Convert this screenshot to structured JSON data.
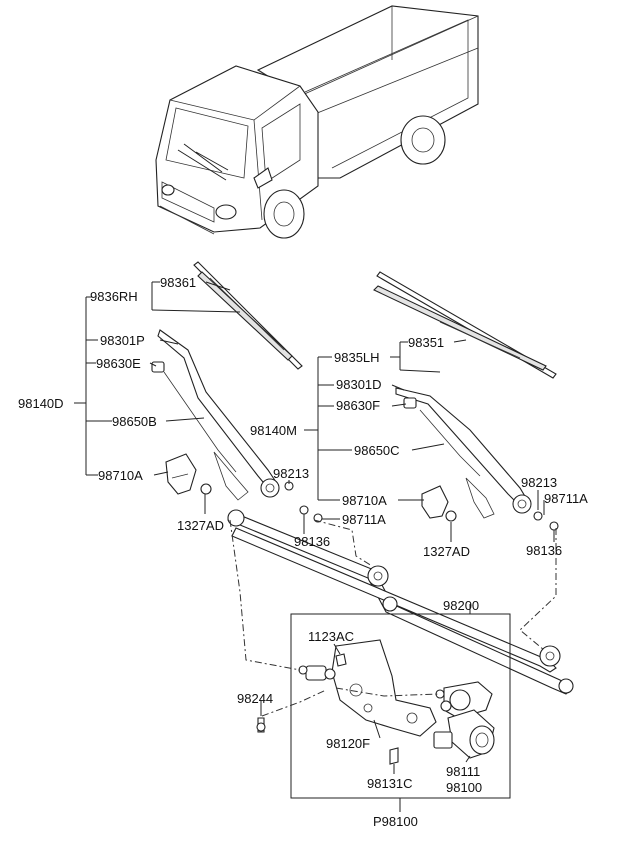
{
  "labels": {
    "p98361": "98361",
    "p9836RH": "9836RH",
    "p98301P": "98301P",
    "p98630E": "98630E",
    "p98140D": "98140D",
    "p98650B": "98650B",
    "p98710A_l": "98710A",
    "p1327AD_l": "1327AD",
    "p98213_l": "98213",
    "p98136_l": "98136",
    "p98711A_l": "98711A",
    "p98140M": "98140M",
    "p9835LH": "9835LH",
    "p98351": "98351",
    "p98301D": "98301D",
    "p98630F": "98630F",
    "p98650C": "98650C",
    "p98710A_r": "98710A",
    "p98213_r": "98213",
    "p98711A_r": "98711A",
    "p1327AD_r": "1327AD",
    "p98136_r": "98136",
    "p98200": "98200",
    "p1123AC": "1123AC",
    "p98244": "98244",
    "p98120F": "98120F",
    "p98131C": "98131C",
    "p98111": "98111",
    "p98100": "98100",
    "pP98100": "P98100"
  }
}
